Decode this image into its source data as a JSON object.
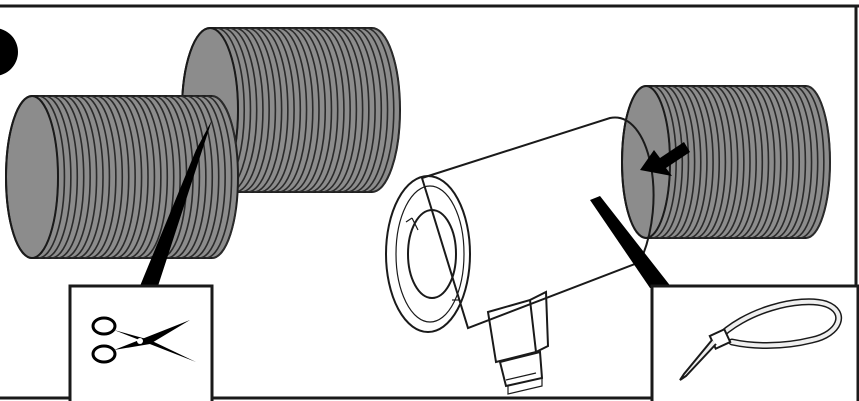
{
  "colors": {
    "duct_fill": "#8c8c8c",
    "rib_stroke": "#2b2b2b",
    "line": "#1a1a1a",
    "background": "#ffffff",
    "fan_fill": "#ffffff",
    "tie_fill": "#efefef"
  },
  "illustration": {
    "step_badge": "circle-marker",
    "duct_segments": [
      {
        "name": "duct-segment-left"
      },
      {
        "name": "duct-segment-middle"
      },
      {
        "name": "duct-segment-right"
      }
    ],
    "fan": {
      "name": "inline-duct-fan"
    },
    "arrow": {
      "icon": "arrow-insert-icon",
      "direction": "down-left"
    },
    "callouts": [
      {
        "name": "scissors-callout",
        "icon": "scissors-icon"
      },
      {
        "name": "cable-tie-callout",
        "icon": "cable-tie-icon"
      }
    ]
  }
}
